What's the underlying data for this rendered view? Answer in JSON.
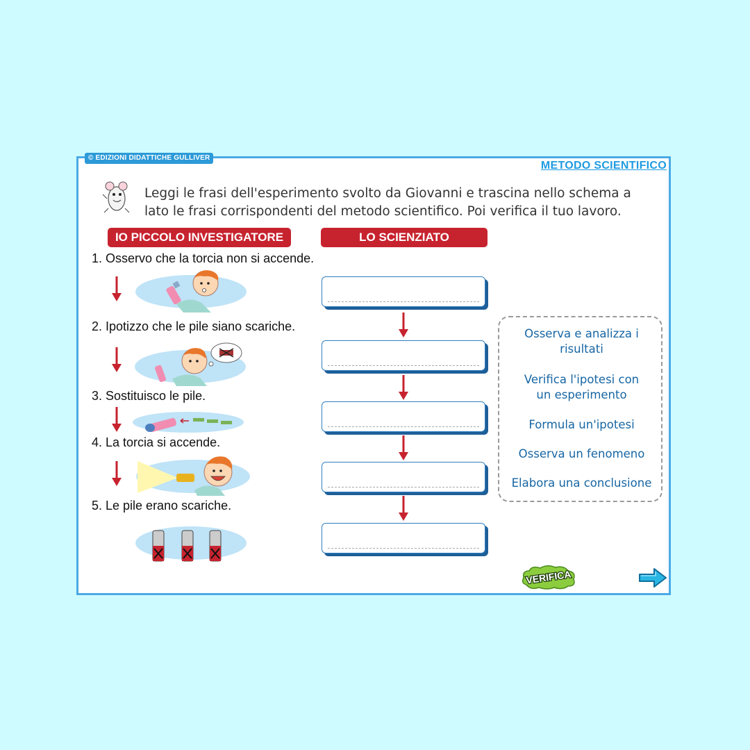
{
  "header": {
    "copyright": "© EDIZIONI DIDATTICHE GULLIVER",
    "title": "METODO SCIENTIFICO"
  },
  "instructions": {
    "line1": "Leggi le frasi dell'esperimento svolto da Giovanni e trascina nello schema a",
    "line2": "lato le frasi corrispondenti del metodo scientifico. Poi verifica il tuo lavoro."
  },
  "left_column": {
    "header": "IO PICCOLO INVESTIGATORE",
    "steps": [
      "1. Osservo che la torcia non si accende.",
      "2. Ipotizzo che le pile siano scariche.",
      "3. Sostituisco le pile.",
      "4. La torcia si accende.",
      "5. Le pile erano scariche."
    ]
  },
  "middle_column": {
    "header": "LO SCIENZIATO"
  },
  "options": [
    "Osserva e analizza i risultati",
    "Verifica l'ipotesi con un esperimento",
    "Formula un'ipotesi",
    "Osserva un fenomeno",
    "Elabora una conclusione"
  ],
  "buttons": {
    "verify_label": "VERIFICA"
  },
  "colors": {
    "background": "#cefbff",
    "frame_border": "#49a9e6",
    "header_red": "#c7232f",
    "option_blue": "#1766a4"
  }
}
